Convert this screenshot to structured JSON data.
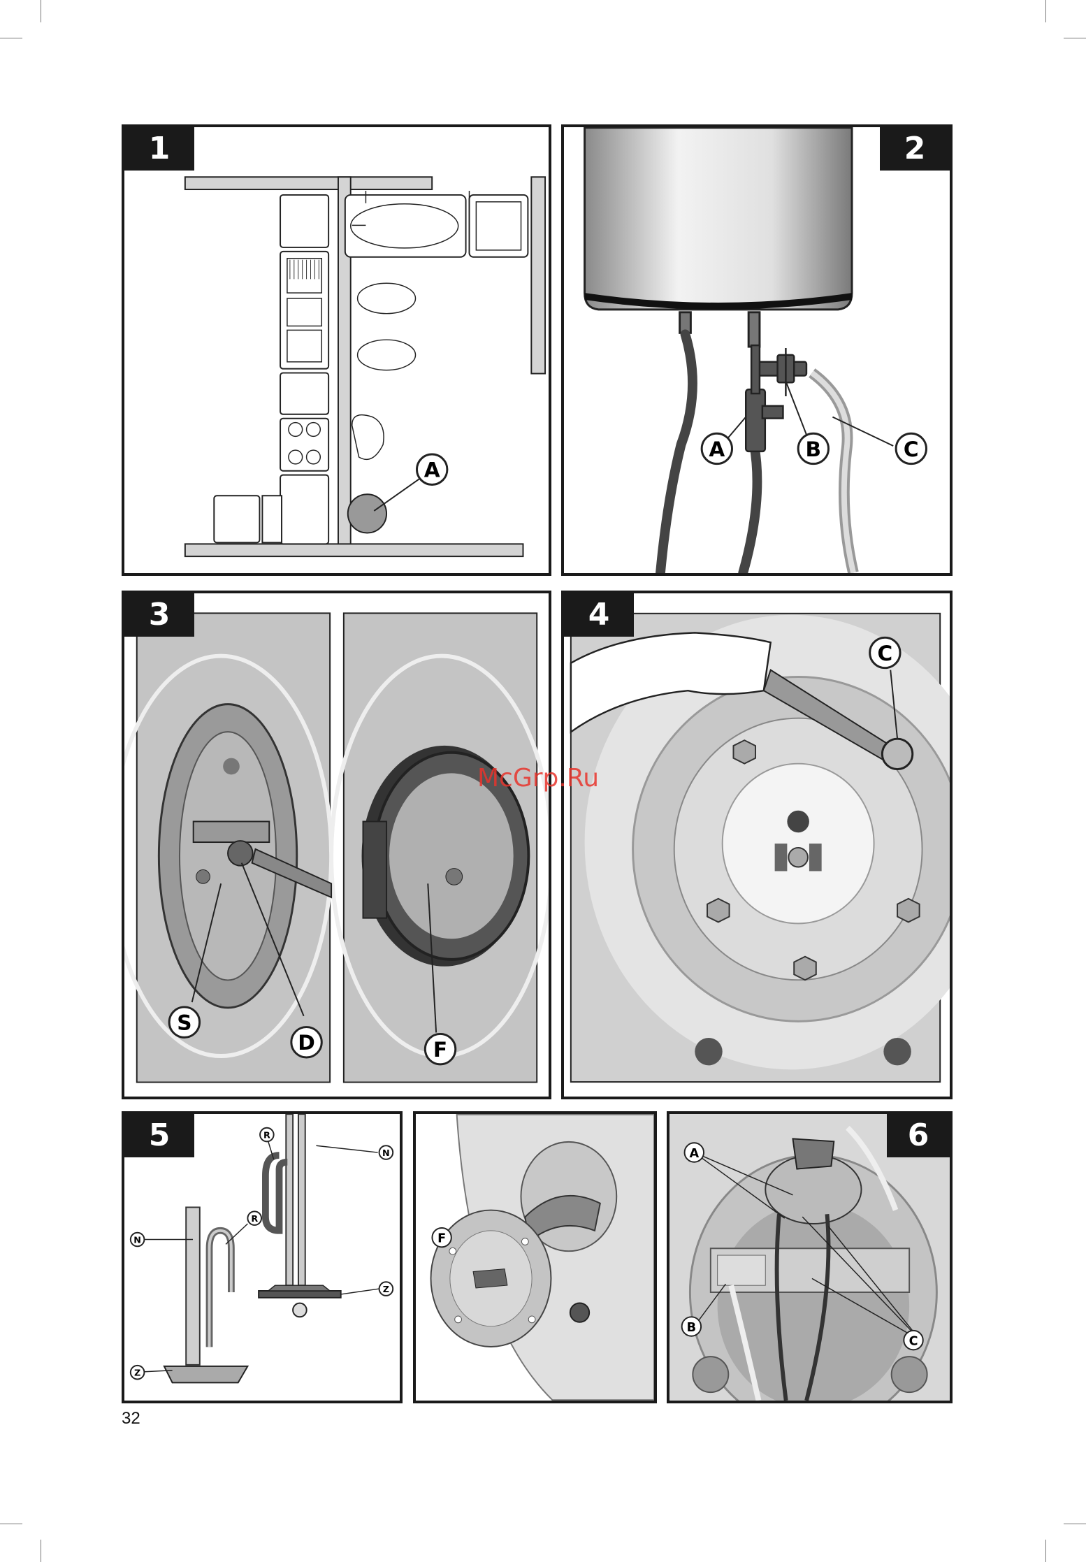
{
  "page_number": "32",
  "watermark": "McGrp.Ru",
  "panels": {
    "p1": {
      "number": "1",
      "labels": {
        "a": "A"
      }
    },
    "p2": {
      "number": "2",
      "labels": {
        "a": "A",
        "b": "B",
        "c": "C"
      }
    },
    "p3": {
      "number": "3",
      "labels": {
        "s": "S",
        "d": "D",
        "f": "F"
      }
    },
    "p4": {
      "number": "4",
      "labels": {
        "c": "C"
      }
    },
    "p5": {
      "number": "5",
      "labels": {
        "n1": "N",
        "r1": "R",
        "z1": "Z",
        "n2": "N",
        "r2": "R",
        "z2": "Z"
      }
    },
    "p5b": {
      "labels": {
        "f": "F"
      }
    },
    "p6": {
      "number": "6",
      "labels": {
        "a": "A",
        "b": "B",
        "c": "C"
      }
    }
  },
  "colors": {
    "frame": "#1a1a1a",
    "watermark": "#e8342c",
    "grey": "#b8b8b8"
  }
}
